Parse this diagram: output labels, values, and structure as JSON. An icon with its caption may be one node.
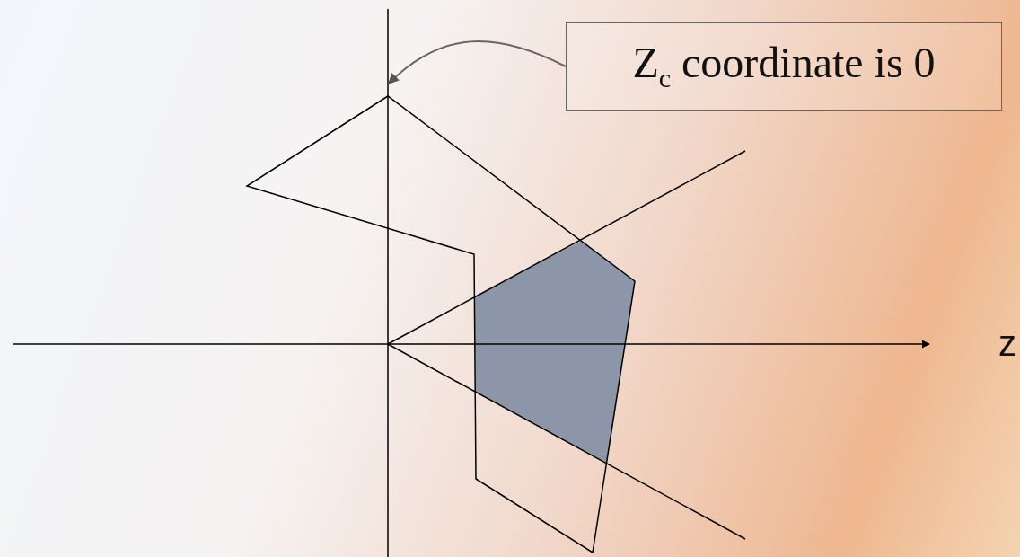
{
  "diagram": {
    "nodes": [
      {
        "text": [
          "Z$_{c}$ coordinate is 0"
        ]
      },
      {
        "text": [],
        "shape": "bar"
      }
    ],
    "edges": [
      {
        "from": 0,
        "to": 1,
        "arrow": "to"
      }
    ],
    "labels": [
      "z"
    ]
  }
}
